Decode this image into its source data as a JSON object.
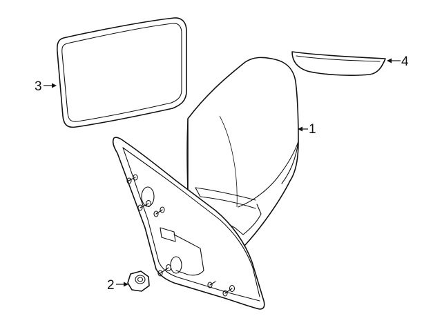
{
  "callouts": {
    "c1": {
      "label": "1"
    },
    "c2": {
      "label": "2"
    },
    "c3": {
      "label": "3"
    },
    "c4": {
      "label": "4"
    }
  },
  "colors": {
    "line": "#111111",
    "background": "#ffffff"
  }
}
